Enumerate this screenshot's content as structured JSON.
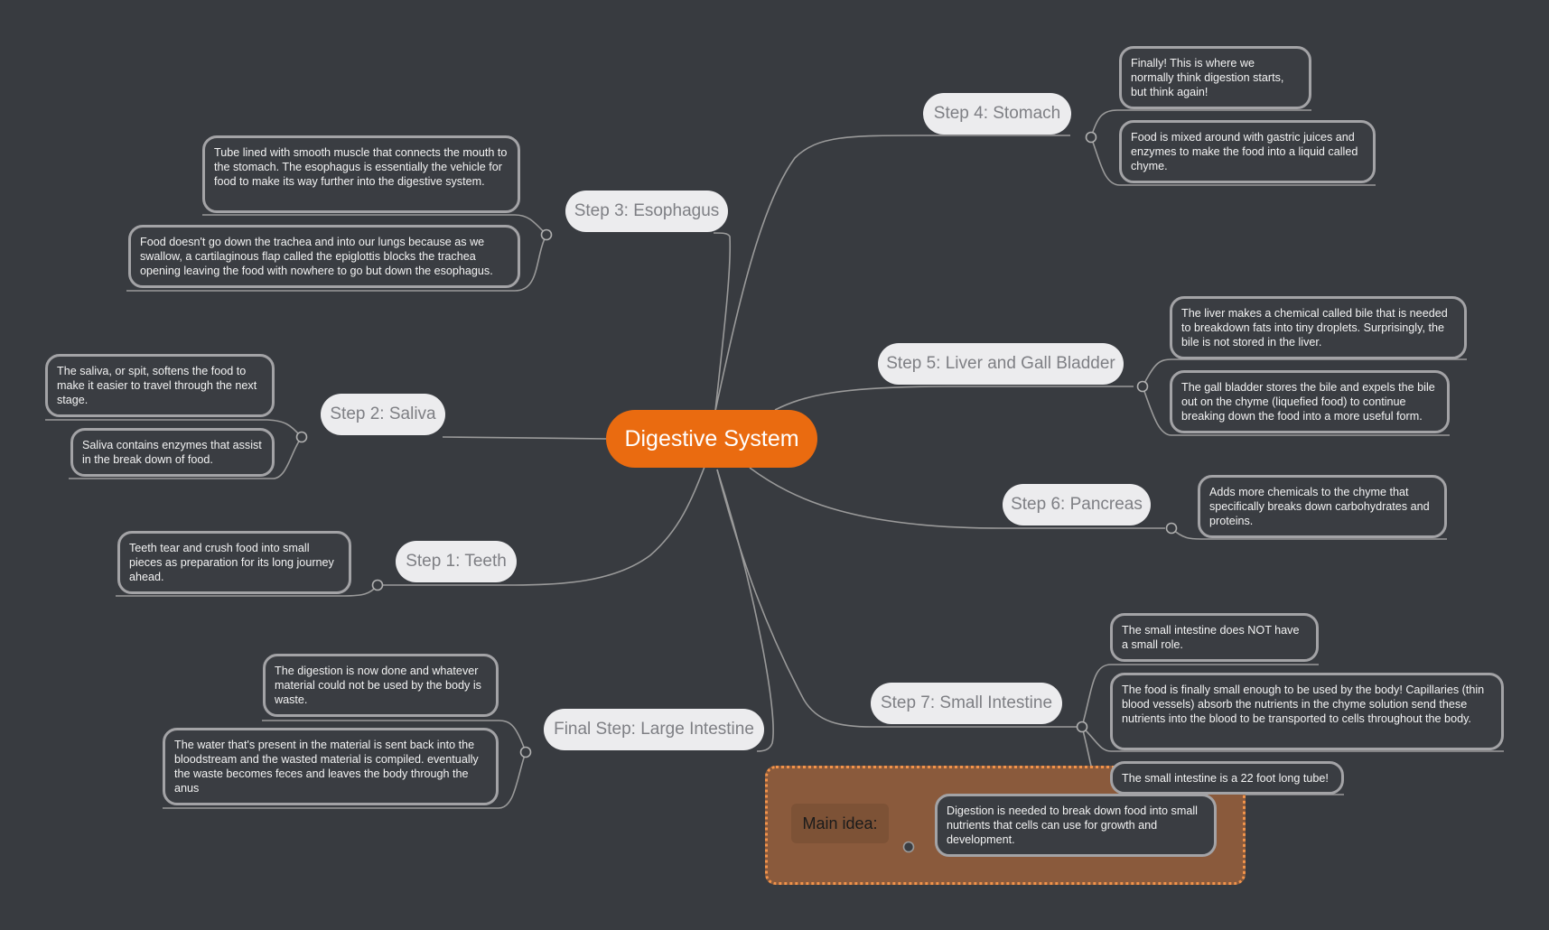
{
  "central": "Digestive System",
  "branches": {
    "teeth": {
      "label": "Step 1: Teeth",
      "notes": [
        "Teeth tear and crush food into small pieces as preparation for its long journey ahead."
      ]
    },
    "saliva": {
      "label": "Step 2: Saliva",
      "notes": [
        "The saliva, or spit, softens the food to make it easier to travel through the next stage.",
        "Saliva contains enzymes that assist in the break down of food."
      ]
    },
    "esophagus": {
      "label": "Step 3: Esophagus",
      "notes": [
        "Tube lined with smooth muscle that connects the mouth to the stomach. The esophagus is essentially the vehicle for food to make its way further into the digestive system.",
        "Food doesn't go down the trachea and into our lungs because as we swallow, a cartilaginous flap called the epiglottis blocks the trachea opening leaving the food with nowhere to go but down the esophagus."
      ]
    },
    "stomach": {
      "label": "Step 4: Stomach",
      "notes": [
        "Finally! This is where we normally think digestion starts, but think again!",
        "Food is mixed around with gastric juices and enzymes to make the food into a liquid called chyme."
      ]
    },
    "liver": {
      "label": "Step 5: Liver and Gall Bladder",
      "notes": [
        "The liver makes a chemical called bile that is needed to breakdown fats into tiny droplets. Surprisingly, the bile is not stored in the liver.",
        "The gall bladder stores the bile and expels the bile out on the chyme (liquefied food) to continue breaking down the food into a more useful form."
      ]
    },
    "pancreas": {
      "label": "Step 6: Pancreas",
      "notes": [
        "Adds more chemicals to the chyme that specifically breaks down carbohydrates and proteins."
      ]
    },
    "small_intestine": {
      "label": "Step 7: Small Intestine",
      "notes": [
        "The small intestine does NOT have a small role.",
        "The food is finally small enough to be used by the body! Capillaries (thin blood vessels) absorb the nutrients in the chyme solution send these nutrients into the blood to be transported to cells throughout the body.",
        "The small intestine is a 22 foot long tube!"
      ]
    },
    "large_intestine": {
      "label": "Final Step: Large Intestine",
      "notes": [
        "The digestion is now done and whatever material could not be used by the body is waste.",
        "The water that's present in the material is sent back into the bloodstream and the wasted material is compiled. eventually the waste becomes feces and leaves the body through the anus"
      ]
    }
  },
  "main_idea": {
    "label": "Main idea:",
    "note": "Digestion is needed to break down food into small nutrients that cells can use for growth and development."
  },
  "colors": {
    "background": "#383b40",
    "central": "#ea6b10",
    "topic": "#ececee",
    "topic_text": "#7e7f84",
    "main_idea_fill": "#8a5a3c",
    "main_idea_border": "#f2934a"
  }
}
